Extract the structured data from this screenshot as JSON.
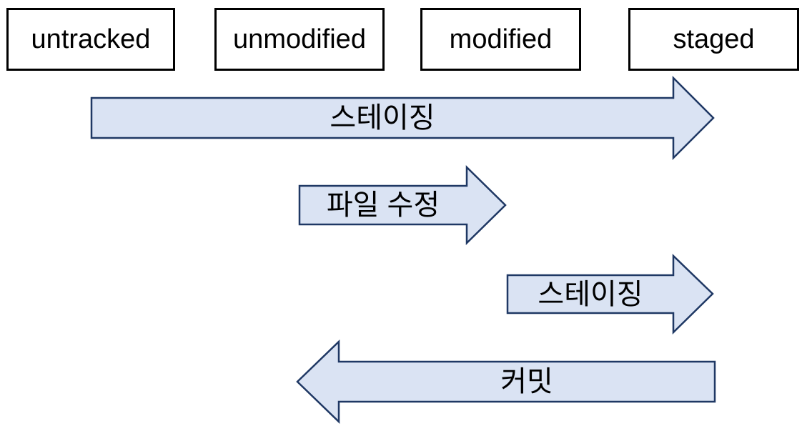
{
  "diagram": {
    "description": "Git file lifecycle state diagram",
    "colors": {
      "background": "#ffffff",
      "box_fill": "#ffffff",
      "box_border": "#000000",
      "text": "#000000",
      "arrow_fill": "#dae3f3",
      "arrow_border": "#1f3864"
    },
    "states": [
      {
        "label": "untracked"
      },
      {
        "label": "unmodified"
      },
      {
        "label": "modified"
      },
      {
        "label": "staged"
      }
    ],
    "transitions": [
      {
        "label": "스테이징",
        "direction": "right",
        "from": "untracked",
        "to": "staged"
      },
      {
        "label": "파일 수정",
        "direction": "right",
        "from": "unmodified",
        "to": "modified"
      },
      {
        "label": "스테이징",
        "direction": "right",
        "from": "modified",
        "to": "staged"
      },
      {
        "label": "커밋",
        "direction": "left",
        "from": "staged",
        "to": "unmodified"
      }
    ]
  }
}
